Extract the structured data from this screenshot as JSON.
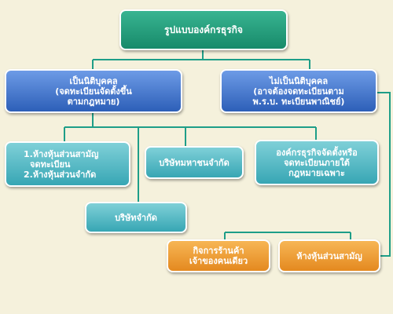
{
  "nodes": {
    "root": {
      "lines": [
        "รูปแบบองค์กรธุรกิจ"
      ]
    },
    "juristic": {
      "lines": [
        "เป็นนิติบุคคล",
        "(จดทะเบียนจัดตั้งขึ้น",
        "ตามกฎหมาย)"
      ]
    },
    "non_juristic": {
      "lines": [
        "ไม่เป็นนิติบุคคล",
        "(อาจต้องจดทะเบียนตาม",
        "พ.ร.บ. ทะเบียนพาณิชย์)"
      ]
    },
    "partnership": {
      "lines": [
        "1.ห้างหุ้นส่วนสามัญ",
        "จดทะเบียน",
        "2.ห้างหุ้นส่วนจำกัด"
      ]
    },
    "limited_company": {
      "lines": [
        "บริษัทจำกัด"
      ]
    },
    "public_company": {
      "lines": [
        "บริษัทมหาชนจำกัด"
      ]
    },
    "special_org": {
      "lines": [
        "องค์กรธุรกิจจัดตั้งหรือ",
        "จดทะเบียนภายใต้",
        "กฎหมายเฉพาะ"
      ]
    },
    "sole_proprietor": {
      "lines": [
        "กิจการร้านค้า",
        "เจ้าของคนเดียว"
      ]
    },
    "ordinary_partnership": {
      "lines": [
        "ห้างหุ้นส่วนสามัญ"
      ]
    }
  },
  "colors": {
    "line": "#1e9e88",
    "root": "#1f9b77",
    "blue": "#3f72c8",
    "teal": "#4db5c0",
    "orange": "#ee9a30"
  }
}
